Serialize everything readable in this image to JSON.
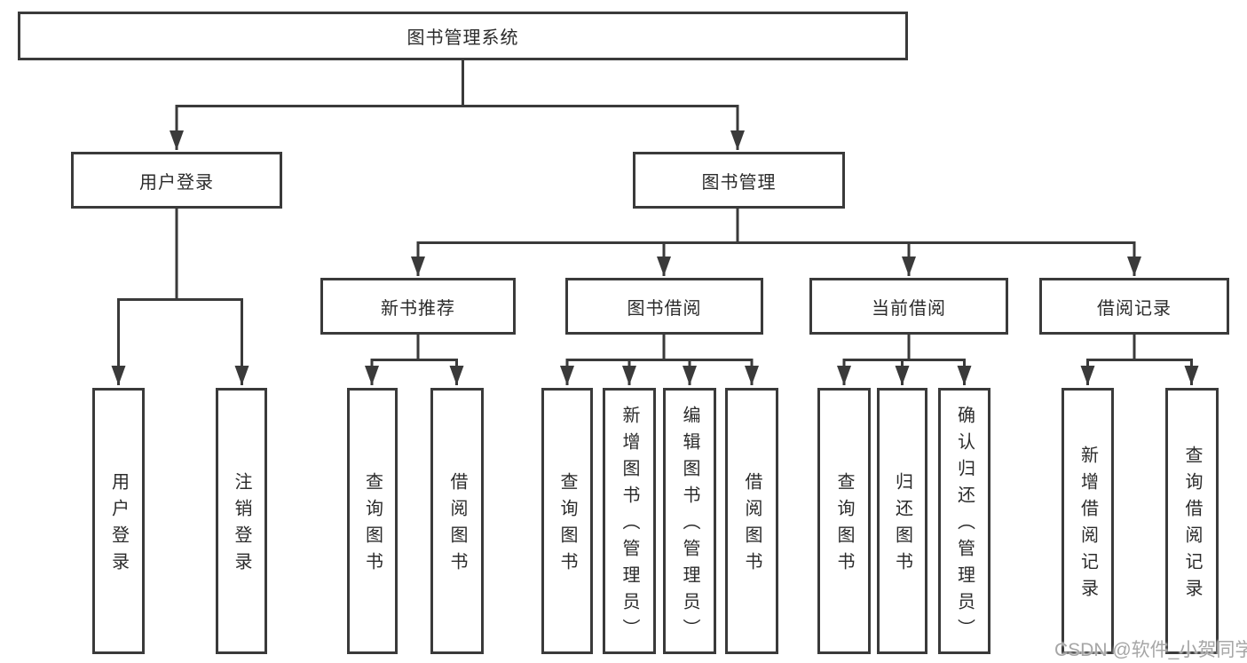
{
  "diagram": {
    "root": {
      "label": "图书管理系统",
      "children": [
        {
          "label": "用户登录",
          "children": [
            {
              "label": "用户登录"
            },
            {
              "label": "注销登录"
            }
          ]
        },
        {
          "label": "图书管理",
          "children": [
            {
              "label": "新书推荐",
              "children": [
                {
                  "label": "查询图书"
                },
                {
                  "label": "借阅图书"
                }
              ]
            },
            {
              "label": "图书借阅",
              "children": [
                {
                  "label": "查询图书"
                },
                {
                  "label": "新增图书（管理员）"
                },
                {
                  "label": "编辑图书（管理员）"
                },
                {
                  "label": "借阅图书"
                }
              ]
            },
            {
              "label": "当前借阅",
              "children": [
                {
                  "label": "查询图书"
                },
                {
                  "label": "归还图书"
                },
                {
                  "label": "确认归还（管理员）"
                }
              ]
            },
            {
              "label": "借阅记录",
              "children": [
                {
                  "label": "新增借阅记录"
                },
                {
                  "label": "查询借阅记录"
                }
              ]
            }
          ]
        }
      ]
    }
  },
  "watermark": "CSDN @软件_小贺同学",
  "colors": {
    "line": "#3a3a3a",
    "text": "#2b2b2b",
    "watermark": "#a6a6a6",
    "bg": "#ffffff"
  }
}
